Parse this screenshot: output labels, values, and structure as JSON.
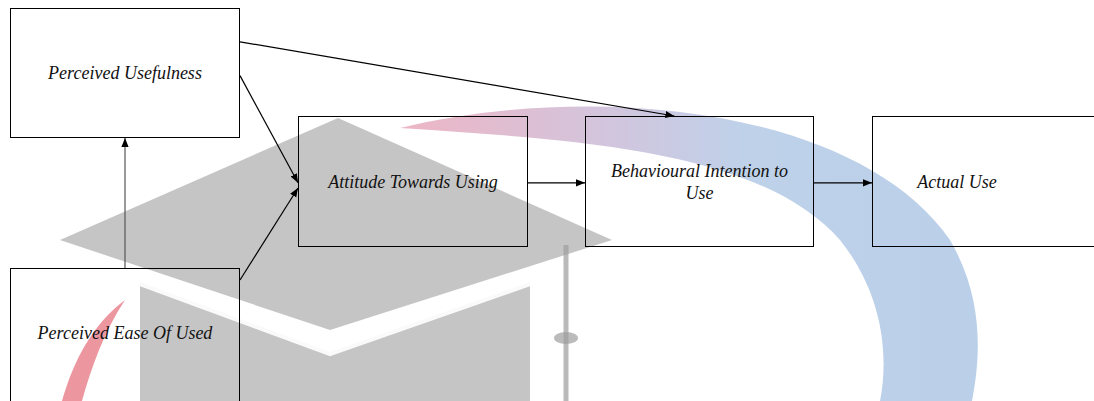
{
  "diagram": {
    "nodes": [
      {
        "text": [
          "Perceived Usefulness"
        ]
      },
      {
        "text": [
          "Attitude Towards Using"
        ]
      },
      {
        "text": [
          "Behavioural Intention to Use"
        ]
      },
      {
        "text": [
          "Actual Use"
        ]
      },
      {
        "text": [
          "Perceived Ease Of Used"
        ]
      }
    ],
    "edges": [
      {
        "from": 4,
        "to": 0,
        "arrow": "to"
      },
      {
        "from": 0,
        "to": 1,
        "arrow": "to"
      },
      {
        "from": 0,
        "to": 2,
        "arrow": "to"
      },
      {
        "from": 4,
        "to": 1,
        "arrow": "to"
      },
      {
        "from": 1,
        "to": 2,
        "arrow": "to"
      },
      {
        "from": 2,
        "to": 3,
        "arrow": "to"
      }
    ]
  }
}
